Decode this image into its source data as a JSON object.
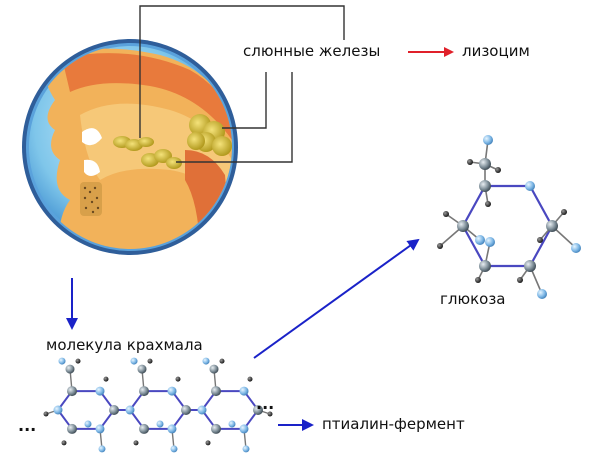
{
  "labels": {
    "salivary_glands": "слюнные железы",
    "lysozyme": "лизоцим",
    "glucose": "глюкоза",
    "starch_molecule": "молекула крахмала",
    "ptyalin_enzyme": "птиалин-фермент",
    "ellipsis": "..."
  },
  "colors": {
    "red_arrow": "#e0202a",
    "blue_arrow": "#1a22c8",
    "ring_bond": "#4a48c0",
    "atom_carbon": "#7e8e98",
    "atom_light": "#7fb8e6",
    "atom_dark": "#333333",
    "lens_frame": "#3a78c0",
    "lens_bg": "#7fc6ea",
    "gland": "#c9b420",
    "callout_line": "#333333"
  },
  "icons": {
    "illustration": "mouth-cross-section-lens",
    "glucose": "glucose-molecule",
    "starch": "starch-chain"
  }
}
